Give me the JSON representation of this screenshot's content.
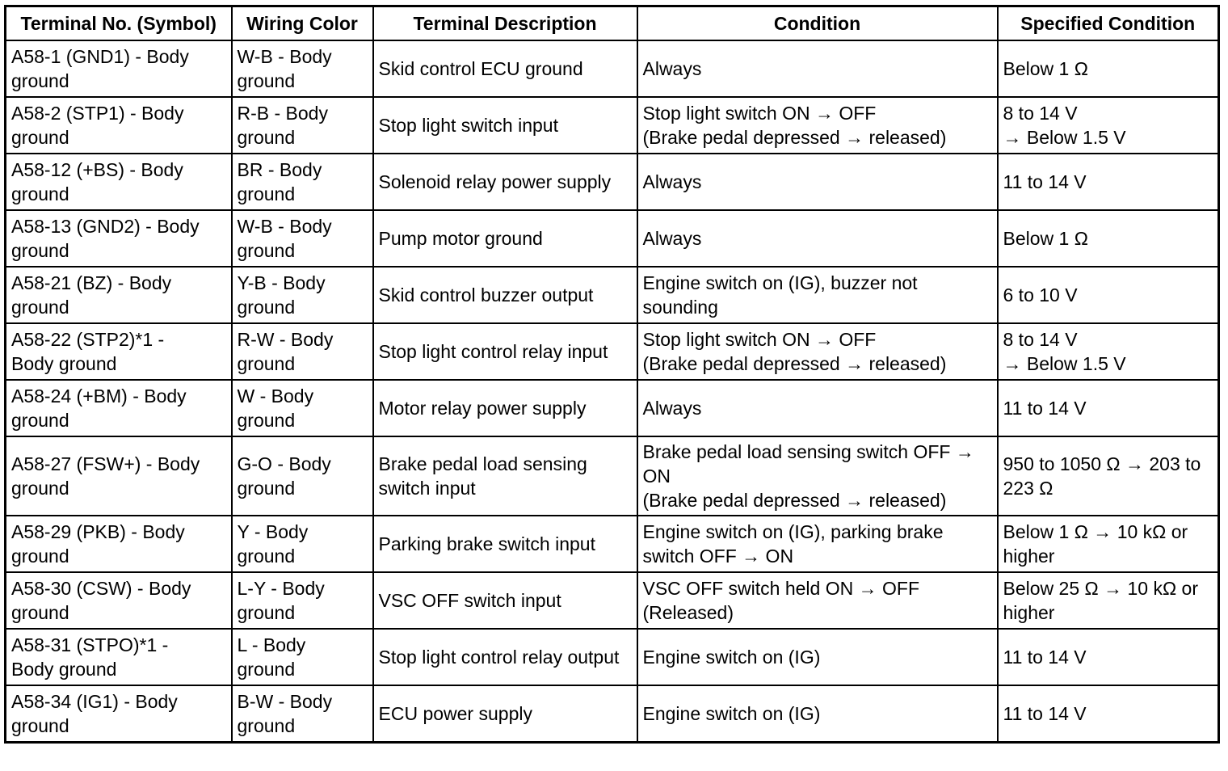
{
  "table": {
    "headers": [
      "Terminal No. (Symbol)",
      "Wiring Color",
      "Terminal Description",
      "Condition",
      "Specified Condition"
    ],
    "rows": [
      {
        "terminal": "A58-1 (GND1) - Body ground",
        "wiring": "W-B - Body ground",
        "description": "Skid control ECU ground",
        "condition": "Always",
        "specified": "Below 1 Ω"
      },
      {
        "terminal": "A58-2 (STP1) - Body ground",
        "wiring": "R-B - Body ground",
        "description": "Stop light switch input",
        "condition": "Stop light switch ON → OFF\n(Brake pedal depressed → released)",
        "specified": "8 to 14 V\n→ Below 1.5 V"
      },
      {
        "terminal": "A58-12 (+BS) - Body ground",
        "wiring": "BR - Body ground",
        "description": "Solenoid relay power supply",
        "condition": "Always",
        "specified": "11 to 14 V"
      },
      {
        "terminal": "A58-13 (GND2) - Body ground",
        "wiring": "W-B - Body ground",
        "description": "Pump motor ground",
        "condition": "Always",
        "specified": "Below 1 Ω"
      },
      {
        "terminal": "A58-21 (BZ) - Body ground",
        "wiring": "Y-B - Body ground",
        "description": "Skid control buzzer output",
        "condition": "Engine switch on (IG), buzzer not sounding",
        "specified": "6 to 10 V"
      },
      {
        "terminal": "A58-22 (STP2)*1 -\nBody ground",
        "wiring": "R-W - Body ground",
        "description": "Stop light control relay input",
        "condition": "Stop light switch ON → OFF\n(Brake pedal depressed → released)",
        "specified": "8 to 14 V\n→ Below 1.5 V"
      },
      {
        "terminal": "A58-24 (+BM) - Body ground",
        "wiring": "W - Body ground",
        "description": "Motor relay power supply",
        "condition": "Always",
        "specified": "11 to 14 V"
      },
      {
        "terminal": "A58-27 (FSW+) - Body ground",
        "wiring": "G-O - Body ground",
        "description": "Brake pedal load sensing switch input",
        "condition": "Brake pedal load sensing switch OFF → ON\n(Brake pedal depressed → released)",
        "specified": "950 to 1050 Ω → 203 to 223 Ω"
      },
      {
        "terminal": "A58-29 (PKB) - Body ground",
        "wiring": "Y - Body ground",
        "description": "Parking brake switch input",
        "condition": "Engine switch on (IG), parking brake switch OFF → ON",
        "specified": "Below 1 Ω → 10 kΩ or higher"
      },
      {
        "terminal": "A58-30 (CSW) - Body ground",
        "wiring": "L-Y - Body ground",
        "description": "VSC OFF switch input",
        "condition": "VSC OFF switch held ON → OFF\n(Released)",
        "specified": "Below 25 Ω → 10 kΩ or higher"
      },
      {
        "terminal": "A58-31 (STPO)*1 -\nBody ground",
        "wiring": "L - Body ground",
        "description": "Stop light control relay output",
        "condition": "Engine switch on (IG)",
        "specified": "11 to 14 V"
      },
      {
        "terminal": "A58-34 (IG1) - Body ground",
        "wiring": "B-W - Body ground",
        "description": "ECU power supply",
        "condition": "Engine switch on (IG)",
        "specified": "11 to 14 V"
      }
    ]
  }
}
